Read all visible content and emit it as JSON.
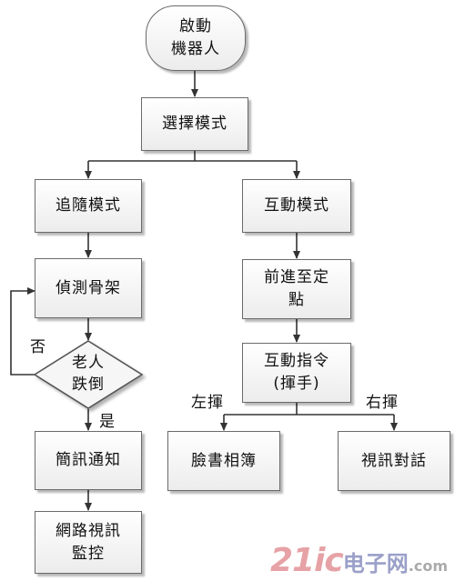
{
  "nodes": {
    "start": "啟動\n機器人",
    "select_mode": "選擇模式",
    "follow_mode": "追隨模式",
    "interact_mode": "互動模式",
    "detect_skeleton": "偵測骨架",
    "elder_fall": "老人\n跌倒",
    "sms_notify": "簡訊通知",
    "network_monitor": "網路視訊\n監控",
    "move_to_point": "前進至定\n點",
    "interact_command": "互動指令\n(揮手)",
    "facebook_album": "臉書相簿",
    "video_call": "視訊對話"
  },
  "edge_labels": {
    "no": "否",
    "yes": "是",
    "left_wave": "左揮",
    "right_wave": "右揮"
  },
  "watermark": {
    "main": "21ic",
    "cn": "电子网",
    "com": ".com"
  },
  "colors": {
    "border": "#6a6a6a",
    "line": "#333333",
    "watermark_red": "#e6a2a6",
    "watermark_blue": "#9aa0c8"
  }
}
